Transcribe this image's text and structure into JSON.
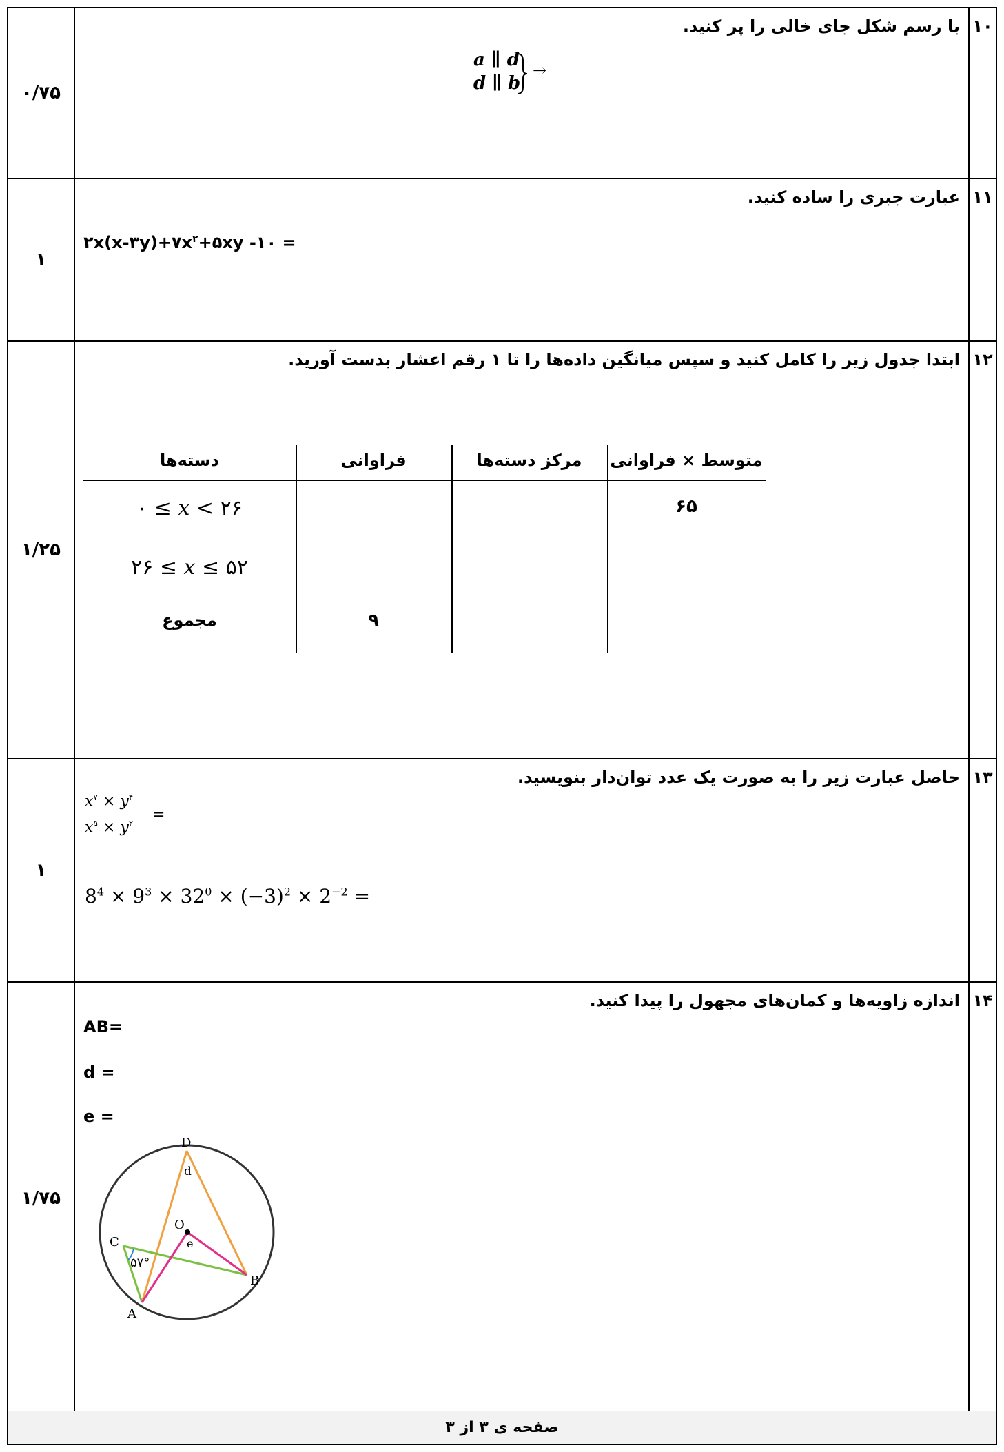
{
  "questions": [
    {
      "number": "۱۰",
      "score": "۰/۷۵",
      "title": "با رسم شکل جای خالی را پر کنید.",
      "lines": [
        "a ∥ d",
        "d ∥ b"
      ],
      "arrow": "→"
    },
    {
      "number": "۱۱",
      "score": "۱",
      "title": "عبارت جبری را ساده کنید.",
      "expression_a": "۲x(x-۳y)+۷x",
      "expression_sup": "۲",
      "expression_b": "+۵xy -۱۰ ="
    },
    {
      "number": "۱۲",
      "score": "۱/۲۵",
      "title": "ابتدا جدول زیر را کامل کنید و سپس میانگین داده‌ها را تا ۱ رقم اعشار بدست آورید.",
      "table": {
        "headers": [
          "دسته‌ها",
          "فراوانی",
          "مرکز دسته‌ها",
          "متوسط × فراوانی"
        ],
        "rows": [
          [
            "۰ ≤ 𝑥 < ۲۶",
            "",
            "",
            "۶۵"
          ],
          [
            "۲۶ ≤ 𝑥 ≤ ۵۲",
            "",
            "",
            ""
          ],
          [
            "مجموع",
            "۹",
            "",
            ""
          ]
        ]
      }
    },
    {
      "number": "۱۳",
      "score": "۱",
      "title": "حاصل عبارت زیر را به صورت یک عدد توان‌دار بنویسید.",
      "frac": {
        "num_x": "x",
        "num_x_exp": "۷",
        "times": "×",
        "num_y": "y",
        "num_y_exp": "۴",
        "den_x": "x",
        "den_x_exp": "۵",
        "den_y": "y",
        "den_y_exp": "۲",
        "equals": "="
      },
      "expr2": {
        "b1": "8",
        "e1": "4",
        "b2": "9",
        "e2": "3",
        "b3": "32",
        "e3": "0",
        "b4": "(−3)",
        "e4": "2",
        "b5": "2",
        "e5": "−2",
        "times": "×",
        "equals": "="
      }
    },
    {
      "number": "۱۴",
      "score": "۱/۷۵",
      "title": "اندازه زاویه‌ها و کمان‌های مجهول را پیدا کنید.",
      "answers": [
        "AB=",
        "d =",
        "e ="
      ],
      "figure": {
        "labels": {
          "D": "D",
          "d": "d",
          "O": "O",
          "C": "C",
          "e": "e",
          "A": "A",
          "B": "B",
          "angle": "۵۷°"
        }
      }
    }
  ],
  "footer": "صفحه ی ۳ از ۳"
}
